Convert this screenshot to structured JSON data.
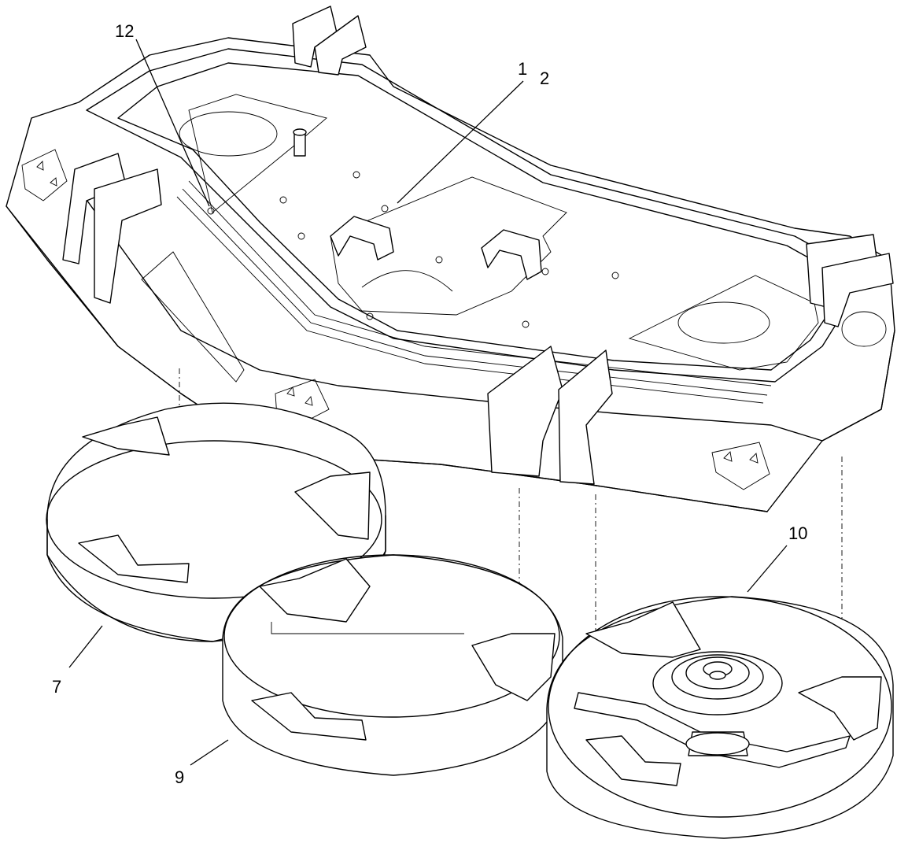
{
  "callouts": [
    {
      "id": "c12",
      "label": "12"
    },
    {
      "id": "c1",
      "label": "1"
    },
    {
      "id": "c2",
      "label": "2"
    },
    {
      "id": "c10",
      "label": "10"
    },
    {
      "id": "c7",
      "label": "7"
    },
    {
      "id": "c9",
      "label": "9"
    }
  ],
  "colors": {
    "line": "#000000",
    "background": "#ffffff"
  }
}
